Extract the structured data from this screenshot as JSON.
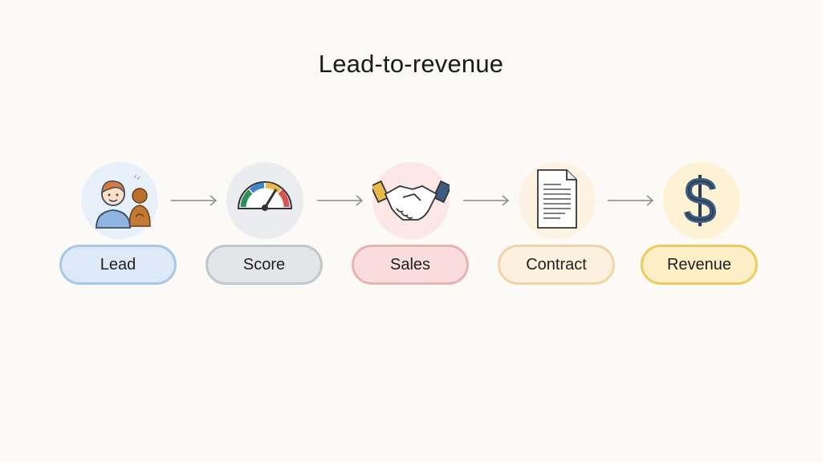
{
  "title": "Lead-to-revenue",
  "steps": [
    {
      "label": "Lead",
      "icon": "person-icon",
      "fill": "#dde9f6",
      "border": "#a9c7e8",
      "circle": "#e8f0f9"
    },
    {
      "label": "Score",
      "icon": "gauge-icon",
      "fill": "#e3e5e9",
      "border": "#c2c6cd",
      "circle": "#ebecef"
    },
    {
      "label": "Sales",
      "icon": "handshake-icon",
      "fill": "#f9dcdc",
      "border": "#ecb2b2",
      "circle": "#fbe7e6"
    },
    {
      "label": "Contract",
      "icon": "document-icon",
      "fill": "#fcf0df",
      "border": "#f1d3a6",
      "circle": "#fdf3e3"
    },
    {
      "label": "Revenue",
      "icon": "dollar-icon",
      "fill": "#fcefc8",
      "border": "#efca5c",
      "circle": "#fdf2d3"
    }
  ]
}
